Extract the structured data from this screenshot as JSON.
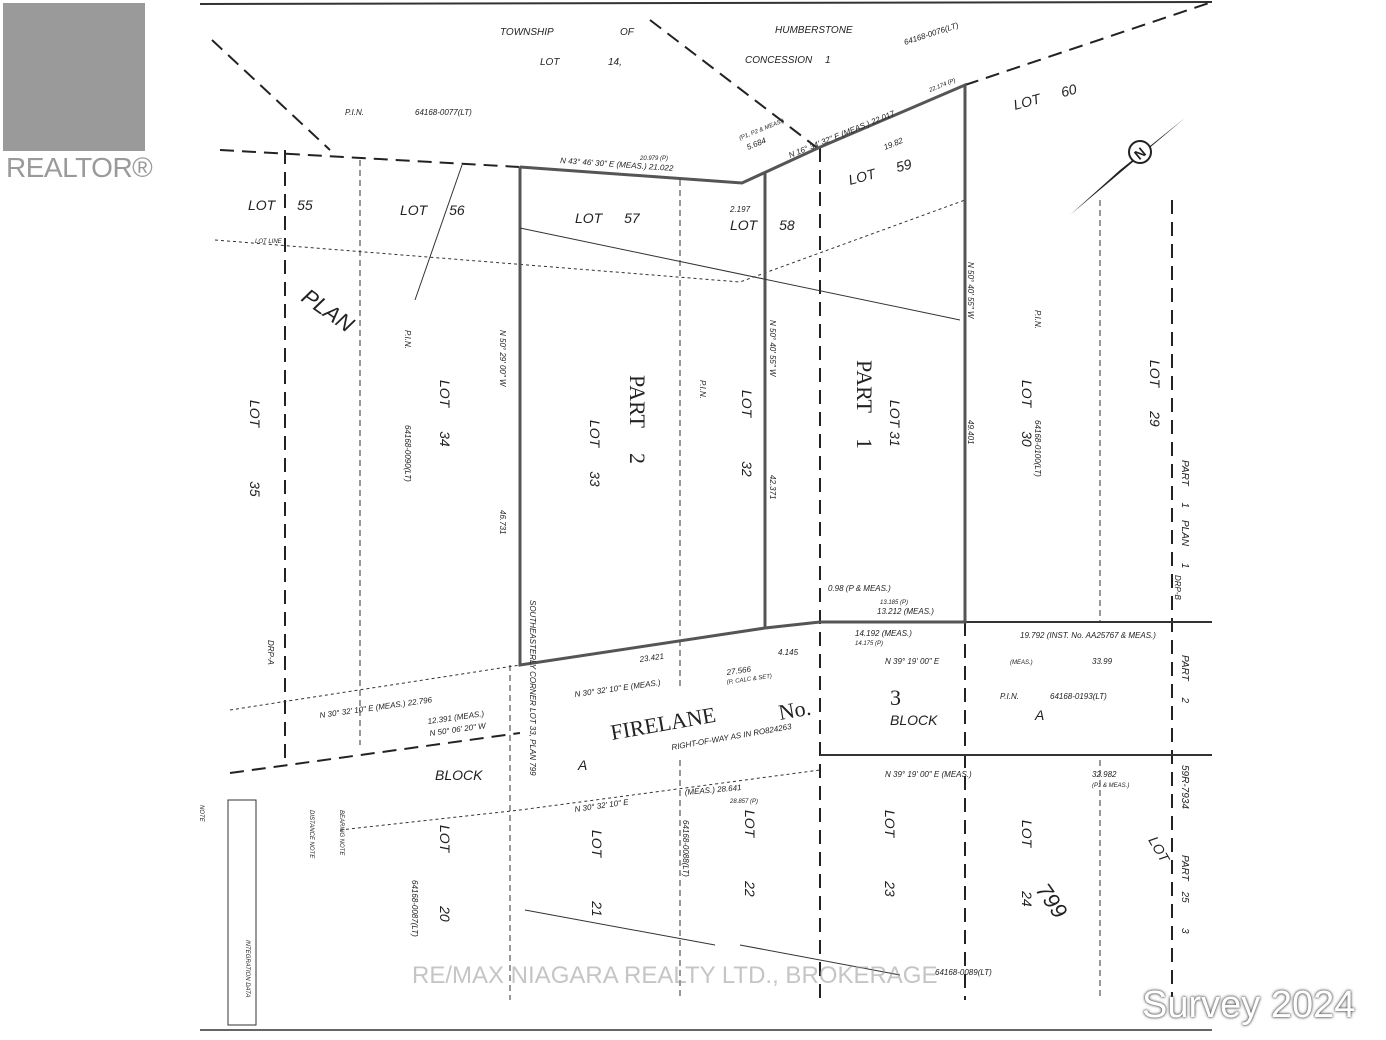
{
  "branding": {
    "logo_text": "REALTOR®",
    "watermark": "RE/MAX NIAGARA REALTY LTD., BROKERAGE",
    "caption": "Survey 2024"
  },
  "header": {
    "township": "TOWNSHIP",
    "of": "OF",
    "humberstone": "HUMBERSTONE",
    "lot": "LOT",
    "lot_no": "14,",
    "concession": "CONCESSION",
    "concession_no": "1"
  },
  "pins": {
    "pin_label": "P.I.N.",
    "north_pin": "64168-0077(LT)",
    "ne_pin": "64168-0076(LT)",
    "lot34_pin": "64168-0090(LT)",
    "lot30_pin": "64168-0100(LT)",
    "block_a_pin": "64168-0193(LT)",
    "lot22_pin": "64168-0088(LT)",
    "lot20_pin": "64168-0087(LT)",
    "south_pin": "64168-0089(LT)"
  },
  "lots": {
    "l55": "LOT 55",
    "l56": "LOT 56",
    "l57": "LOT 57",
    "l58": "LOT 58",
    "l59": "LOT 59",
    "l60": "LOT 60",
    "l35": "LOT 35",
    "l34": "LOT 34",
    "l33": "LOT 33",
    "l32": "LOT 32",
    "l31": "LOT 31",
    "l30": "LOT 30",
    "l29": "LOT 29",
    "l21": "LOT 21",
    "l22": "LOT 22",
    "l23": "LOT 23",
    "l24": "LOT 24",
    "l20": "LOT 20",
    "l25": "LOT",
    "plan": "PLAN",
    "lot_line": "LOT LINE"
  },
  "parts": {
    "part1": "PART 1",
    "part2": "PART 2",
    "plan_part1": "PART 1",
    "plan_1": "PLAN 1",
    "part2_right": "PART 2",
    "ref_plan": "59R-7934",
    "part25": "PART 25",
    "plan799": "799",
    "part3": "3"
  },
  "firelane": {
    "name": "FIRELANE",
    "no": "No.",
    "num": "3",
    "row": "RIGHT-OF-WAY AS IN RO824263",
    "block": "BLOCK",
    "block_a": "A"
  },
  "bearings": {
    "north_line": "N 43° 46' 30\" E (MEAS.) 21.022",
    "north_line_p": "20.979 (P)",
    "ne_line": "N 16° 34' 32\" E (MEAS.) 22.017",
    "ne_line_p": "22.174 (P)",
    "ne_short": "5.684",
    "ne_short_note": "(P1, P2 & MEAS.)",
    "inner": "19.82",
    "small": "2.197",
    "west": "N 50° 29' 00\" W",
    "west_dist": "46.731",
    "mid": "N 50° 40' 55\" W",
    "mid_dist": "42.371",
    "east": "N 50° 40' 55\" W",
    "east_dist": "49.401",
    "s1": "23.421",
    "s2": "4.145",
    "s3": "14.192 (MEAS.)",
    "s3_p": "14.175 (P)",
    "s4": "13.212 (MEAS.)",
    "s4_p": "13.185 (P)",
    "s5": "0.98 (P & MEAS.)",
    "s6": "19.792 (INST. No. AA25767 & MEAS.)",
    "fl1": "N 30° 32' 10\" E (MEAS.)",
    "fl2": "N 30° 32' 10\" E (MEAS.) 22.796",
    "fl3": "27.566",
    "fl3_note": "(P, CALC & SET)",
    "fl4": "N 39° 19' 00\" E",
    "fl4_meas": "(MEAS.)",
    "fl5": "33.99",
    "fl6": "12.391 (MEAS.)",
    "fl7": "N 50° 06' 20\" W",
    "lo1": "N 30° 32' 10\" E",
    "lo2": "(MEAS.) 28.641",
    "lo2_p": "28.857 (P)",
    "lo3": "N 39° 19' 00\" E (MEAS.)",
    "lo4": "32.982",
    "lo4_note": "(P1 & MEAS.)",
    "corner": "SOUTHEASTERLY CORNER LOT 33, PLAN 799",
    "drp_a": "DRP-A",
    "drp_b": "DRP-B"
  },
  "notes": {
    "bearing_note": "BEARING NOTE",
    "distance_note": "DISTANCE NOTE",
    "integration": "INTEGRATION DATA",
    "note": "NOTE"
  }
}
